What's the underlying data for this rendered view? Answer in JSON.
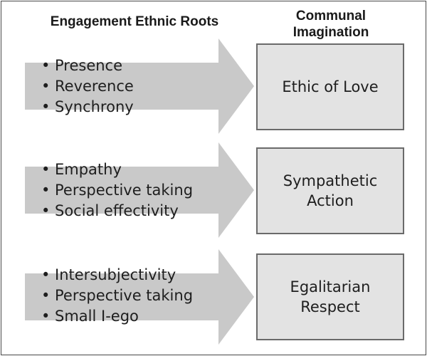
{
  "headers": {
    "left": "Engagement Ethnic Roots",
    "right": [
      "Communal",
      "Imagination"
    ]
  },
  "rows": [
    {
      "bullets": [
        "Presence",
        "Reverence",
        "Synchrony"
      ],
      "outcome": [
        "Ethic of Love"
      ]
    },
    {
      "bullets": [
        "Empathy",
        "Perspective taking",
        "Social effectivity"
      ],
      "outcome": [
        "Sympathetic",
        "Action"
      ]
    },
    {
      "bullets": [
        "Intersubjectivity",
        "Perspective taking",
        "Small I-ego"
      ],
      "outcome": [
        "Egalitarian",
        "Respect"
      ]
    }
  ]
}
